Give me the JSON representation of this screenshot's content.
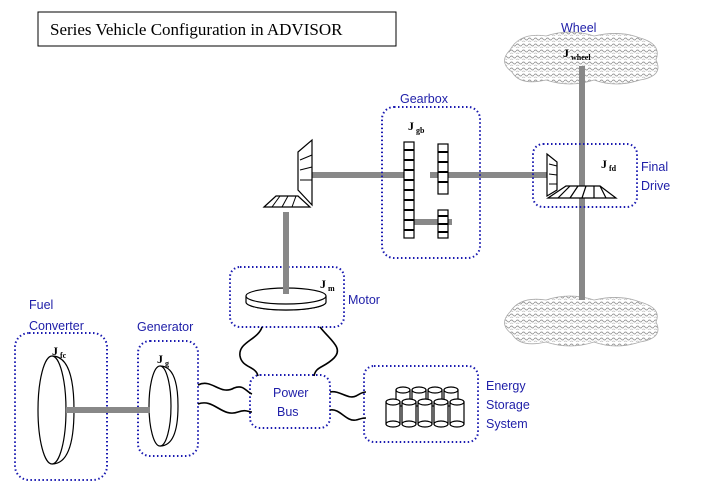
{
  "title": "Series Vehicle Configuration in ADVISOR",
  "labels": {
    "wheel": "Wheel",
    "gearbox": "Gearbox",
    "final_drive_1": "Final",
    "final_drive_2": "Drive",
    "motor": "Motor",
    "fuel_converter_1": "Fuel",
    "fuel_converter_2": "Converter",
    "generator": "Generator",
    "power_bus_1": "Power",
    "power_bus_2": "Bus",
    "ess_1": "Energy",
    "ess_2": "Storage",
    "ess_3": "System"
  },
  "inertias": {
    "wheel": {
      "J": "J",
      "sub": "wheel"
    },
    "gearbox": {
      "J": "J",
      "sub": "gb"
    },
    "final_drive": {
      "J": "J",
      "sub": "fd"
    },
    "motor": {
      "J": "J",
      "sub": "m"
    },
    "fuel_converter": {
      "J": "J",
      "sub": "fc"
    },
    "generator": {
      "J": "J",
      "sub": "g"
    }
  },
  "colors": {
    "label_text": "#1e1ea8",
    "box_border": "#1a1ab0",
    "shaft": "#888888",
    "wire": "#000000"
  }
}
